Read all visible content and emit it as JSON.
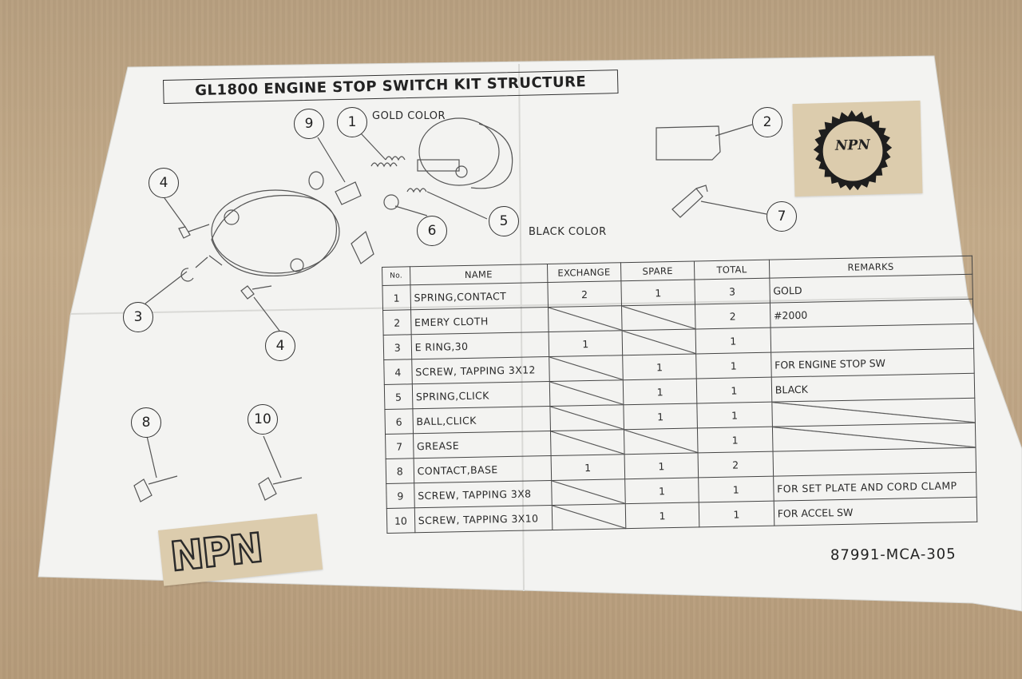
{
  "title": "GL1800 ENGINE STOP SWITCH KIT STRUCTURE",
  "labels": {
    "gold_color": "GOLD COLOR",
    "black_color": "BLACK COLOR"
  },
  "callouts": [
    "1",
    "2",
    "3",
    "4",
    "4",
    "5",
    "6",
    "7",
    "8",
    "9",
    "10"
  ],
  "table": {
    "headers": [
      "No.",
      "NAME",
      "EXCHANGE",
      "SPARE",
      "TOTAL",
      "REMARKS"
    ],
    "rows": [
      {
        "no": "1",
        "name": "SPRING,CONTACT",
        "exchange": "2",
        "spare": "1",
        "total": "3",
        "remarks": "GOLD"
      },
      {
        "no": "2",
        "name": "EMERY CLOTH",
        "exchange": "",
        "spare": "",
        "total": "2",
        "remarks": "#2000"
      },
      {
        "no": "3",
        "name": "E RING,30",
        "exchange": "1",
        "spare": "",
        "total": "1",
        "remarks": ""
      },
      {
        "no": "4",
        "name": "SCREW, TAPPING 3X12",
        "exchange": "",
        "spare": "1",
        "total": "1",
        "remarks": "FOR ENGINE STOP SW"
      },
      {
        "no": "5",
        "name": "SPRING,CLICK",
        "exchange": "",
        "spare": "1",
        "total": "1",
        "remarks": "BLACK"
      },
      {
        "no": "6",
        "name": "BALL,CLICK",
        "exchange": "",
        "spare": "1",
        "total": "1",
        "remarks": ""
      },
      {
        "no": "7",
        "name": "GREASE",
        "exchange": "",
        "spare": "",
        "total": "1",
        "remarks": ""
      },
      {
        "no": "8",
        "name": "CONTACT,BASE",
        "exchange": "1",
        "spare": "1",
        "total": "2",
        "remarks": ""
      },
      {
        "no": "9",
        "name": "SCREW, TAPPING 3X8",
        "exchange": "",
        "spare": "1",
        "total": "1",
        "remarks": "FOR SET PLATE AND CORD CLAMP"
      },
      {
        "no": "10",
        "name": "SCREW, TAPPING 3X10",
        "exchange": "",
        "spare": "1",
        "total": "1",
        "remarks": "FOR ACCEL SW"
      }
    ]
  },
  "part_number": "87991-MCA-305",
  "badge": {
    "text": "NPN"
  },
  "logo": {
    "text": "NPN"
  }
}
